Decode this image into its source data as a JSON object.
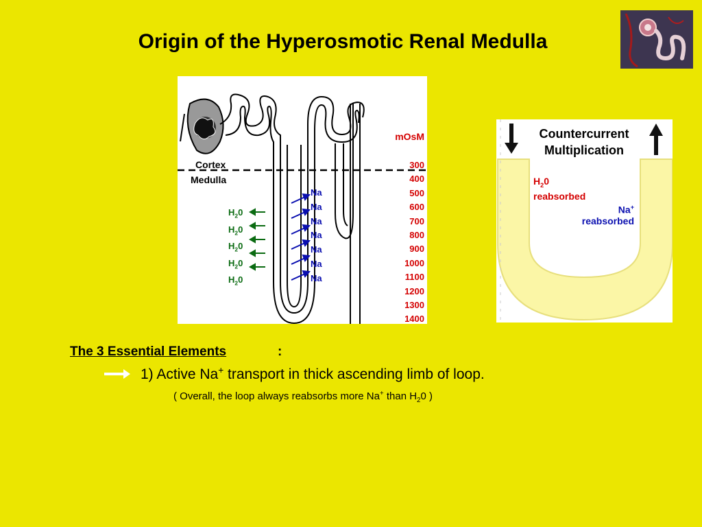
{
  "title": "Origin of the Hyperosmotic Renal Medulla",
  "left_figure": {
    "cortex_label": "Cortex",
    "medulla_label": "Medulla",
    "mosm_header": "mOsM",
    "osmolarity_values": [
      "300",
      "400",
      "500",
      "600",
      "700",
      "800",
      "900",
      "1000",
      "1100",
      "1200",
      "1300",
      "1400"
    ],
    "na_labels": [
      "Na",
      "Na",
      "Na",
      "Na",
      "Na",
      "Na",
      "Na"
    ],
    "h2o_labels": [
      "H20",
      "H20",
      "H20",
      "H20",
      "H20"
    ],
    "colors": {
      "na": "#0a0fb0",
      "h2o": "#0b6b12",
      "mosm": "#d40000"
    }
  },
  "right_figure": {
    "title_line1": "Countercurrent",
    "title_line2": "Multiplication",
    "h2o_line1": "H",
    "h2o_sub": "2",
    "h2o_tail": "0",
    "h2o_line2": "reabsorbed",
    "na_line1": "Na",
    "na_sup": "+",
    "na_line2": "reabsorbed",
    "colors": {
      "tube": "#fbf6a6",
      "tube_edge": "#e7df7c"
    }
  },
  "body": {
    "heading": "The 3 Essential Elements",
    "colon": ":",
    "point_pre": "1) Active Na",
    "point_sup": "+",
    "point_post": " transport in thick ascending limb of loop.",
    "note_pre": "( Overall, the loop always reabsorbs more Na",
    "note_sup": "+",
    "note_mid": " than H",
    "note_sub": "2",
    "note_post": "0 )"
  },
  "colors": {
    "background": "#ebe600"
  }
}
